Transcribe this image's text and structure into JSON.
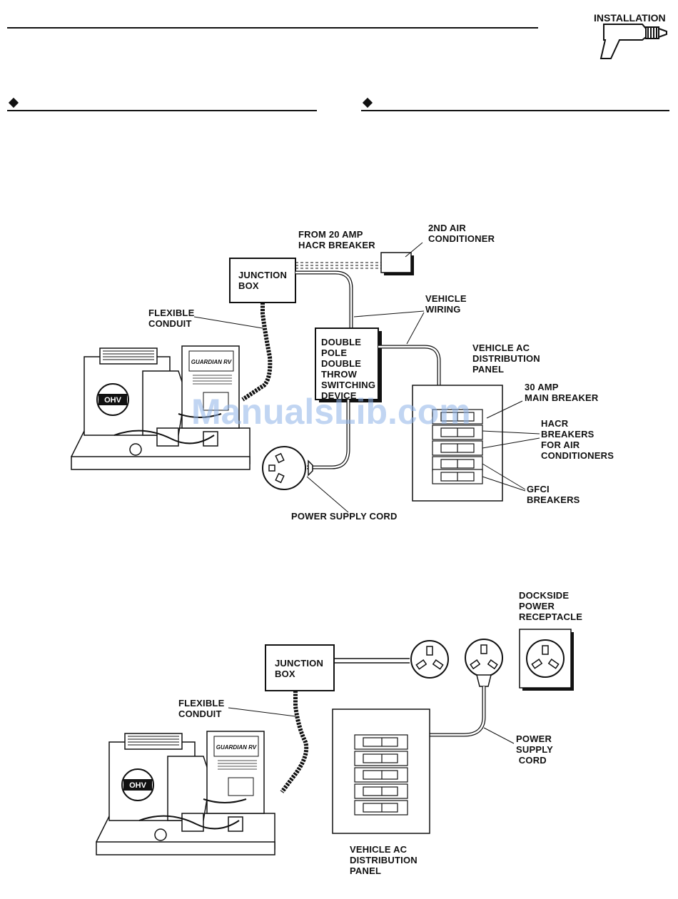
{
  "header": {
    "section_label": "INSTALLATION",
    "icon": "drill-icon"
  },
  "watermark": "ManualsLib.com",
  "diagram1": {
    "from_breaker": "FROM 20 AMP\nHACR BREAKER",
    "second_ac": "2ND AIR\nCONDITIONER",
    "junction_box": "JUNCTION\nBOX",
    "flexible_conduit": "FLEXIBLE\nCONDUIT",
    "vehicle_wiring": "VEHICLE\nWIRING",
    "switching_device": "DOUBLE\nPOLE\nDOUBLE\nTHROW\nSWITCHING\nDEVICE",
    "distribution_panel": "VEHICLE AC\nDISTRIBUTION\nPANEL",
    "main_breaker": "30 AMP\nMAIN BREAKER",
    "hacr_breakers": "HACR\nBREAKERS\nFOR AIR\nCONDITIONERS",
    "gfci_breakers": "GFCI\nBREAKERS",
    "power_cord": "POWER SUPPLY CORD"
  },
  "diagram2": {
    "dockside_receptacle": "DOCKSIDE\nPOWER\nRECEPTACLE",
    "junction_box": "JUNCTION\nBOX",
    "flexible_conduit": "FLEXIBLE\nCONDUIT",
    "power_cord": "POWER\nSUPPLY\n CORD",
    "distribution_panel": "VEHICLE AC\nDISTRIBUTION\nPANEL"
  },
  "generator_brand": "GUARDIAN RV",
  "engine_brand": "OHV",
  "colors": {
    "ink": "#111111",
    "watermark": "#8fb4e8"
  }
}
